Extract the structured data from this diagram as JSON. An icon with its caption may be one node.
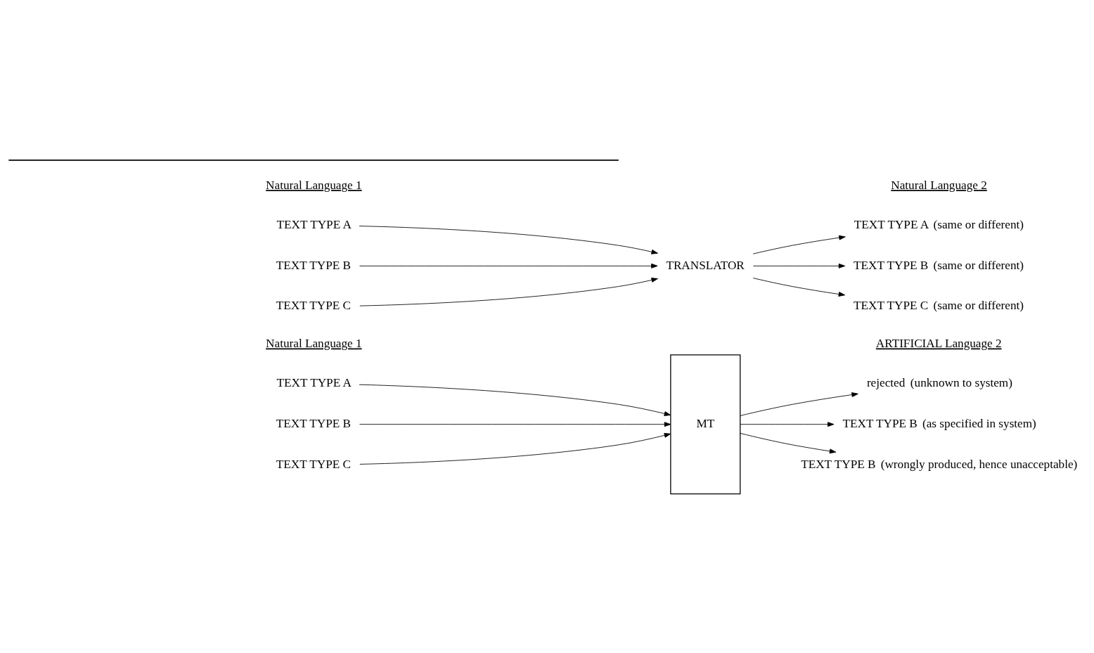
{
  "diagram": {
    "nodes": [
      {
        "text": [
          "TEXT TYPE A"
        ]
      },
      {
        "text": [
          "TEXT TYPE B"
        ]
      },
      {
        "text": [
          "TEXT TYPE C"
        ]
      },
      {
        "text": [
          "TRANSLATOR"
        ]
      },
      {
        "text": [
          "TEXT TYPE A"
        ],
        "beside": [
          "(same or different)"
        ]
      },
      {
        "text": [
          "TEXT TYPE B"
        ],
        "beside": [
          "(same or different)"
        ]
      },
      {
        "text": [
          "TEXT TYPE C"
        ],
        "beside": [
          "(same or different)"
        ]
      },
      {
        "text": [
          "TEXT TYPE A"
        ]
      },
      {
        "text": [
          "TEXT TYPE B"
        ]
      },
      {
        "text": [
          "TEXT TYPE C"
        ]
      },
      {
        "text": [
          "MT"
        ]
      },
      {
        "text": [
          "rejected"
        ],
        "beside": [
          "(unknown to system)"
        ]
      },
      {
        "text": [
          "TEXT TYPE B"
        ],
        "beside": [
          "(as specified in system)"
        ]
      },
      {
        "text": [
          "TEXT TYPE B"
        ],
        "beside": [
          "(wrongly produced, hence unacceptable)"
        ]
      }
    ],
    "edges": [
      {
        "from": 0,
        "to": 3,
        "arrow": "to"
      },
      {
        "from": 1,
        "to": 3,
        "arrow": "to"
      },
      {
        "from": 2,
        "to": 3,
        "arrow": "to"
      },
      {
        "from": 3,
        "to": 4,
        "arrow": "to"
      },
      {
        "from": 3,
        "to": 5,
        "arrow": "to"
      },
      {
        "from": 3,
        "to": 6,
        "arrow": "to"
      },
      {
        "from": 7,
        "to": 10,
        "arrow": "to"
      },
      {
        "from": 8,
        "to": 10,
        "arrow": "to"
      },
      {
        "from": 9,
        "to": 10,
        "arrow": "to"
      },
      {
        "from": 10,
        "to": 11,
        "arrow": "to"
      },
      {
        "from": 10,
        "to": 12,
        "arrow": "to"
      },
      {
        "from": 10,
        "to": 13,
        "arrow": "to"
      }
    ],
    "labels": [
      "Natural Language 1",
      "Natural Language 2",
      "Natural Language 1",
      "ARTIFICIAL Language 2"
    ]
  }
}
